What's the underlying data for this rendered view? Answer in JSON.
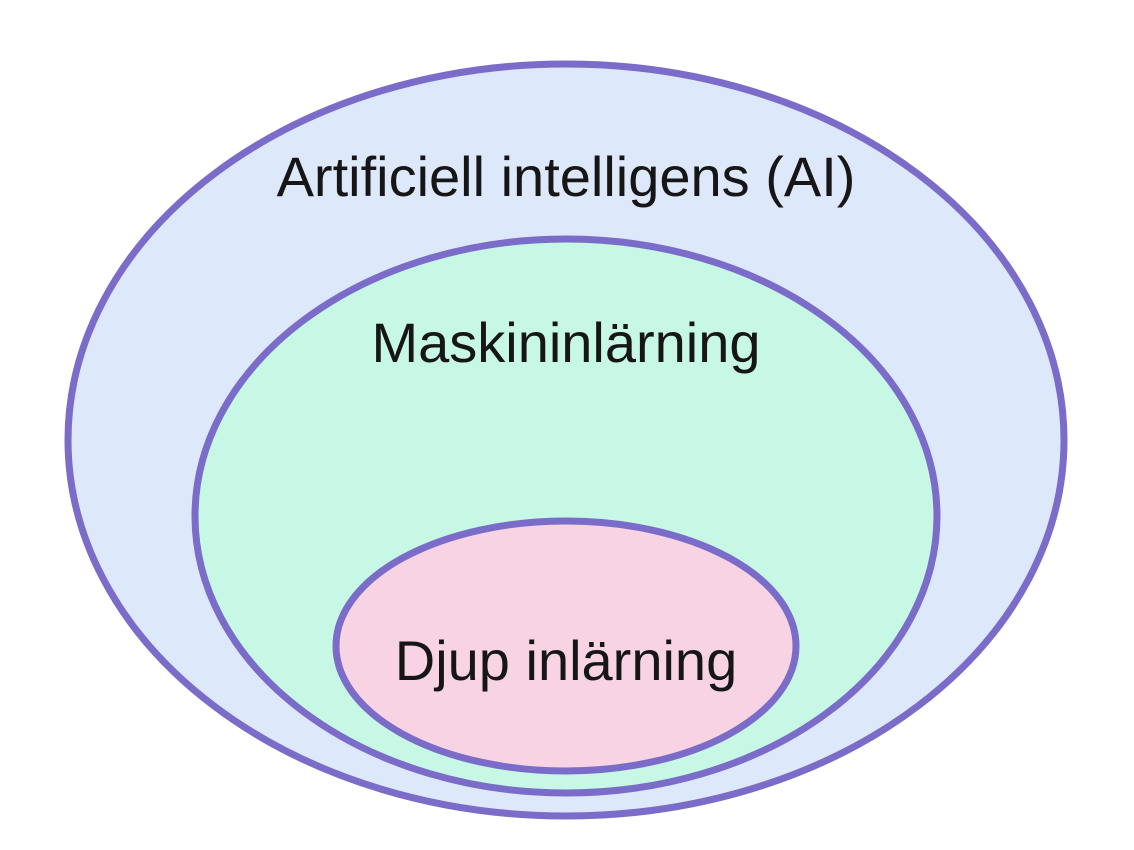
{
  "diagram": {
    "title": "Nested Venn diagram of AI concepts (Swedish)",
    "type": "nested-ellipses",
    "background_color": "#ffffff",
    "stroke_color": "#7a6cc8",
    "text_color": "#161616",
    "levels": [
      {
        "id": "artificial-intelligence",
        "label": "Artificiell intelligens (AI)",
        "fill": "#dde9fa"
      },
      {
        "id": "machine-learning",
        "label": "Maskininlärning",
        "fill": "#c7f7e5"
      },
      {
        "id": "deep-learning",
        "label": "Djup inlärning",
        "fill": "#f7d3e3"
      }
    ]
  }
}
